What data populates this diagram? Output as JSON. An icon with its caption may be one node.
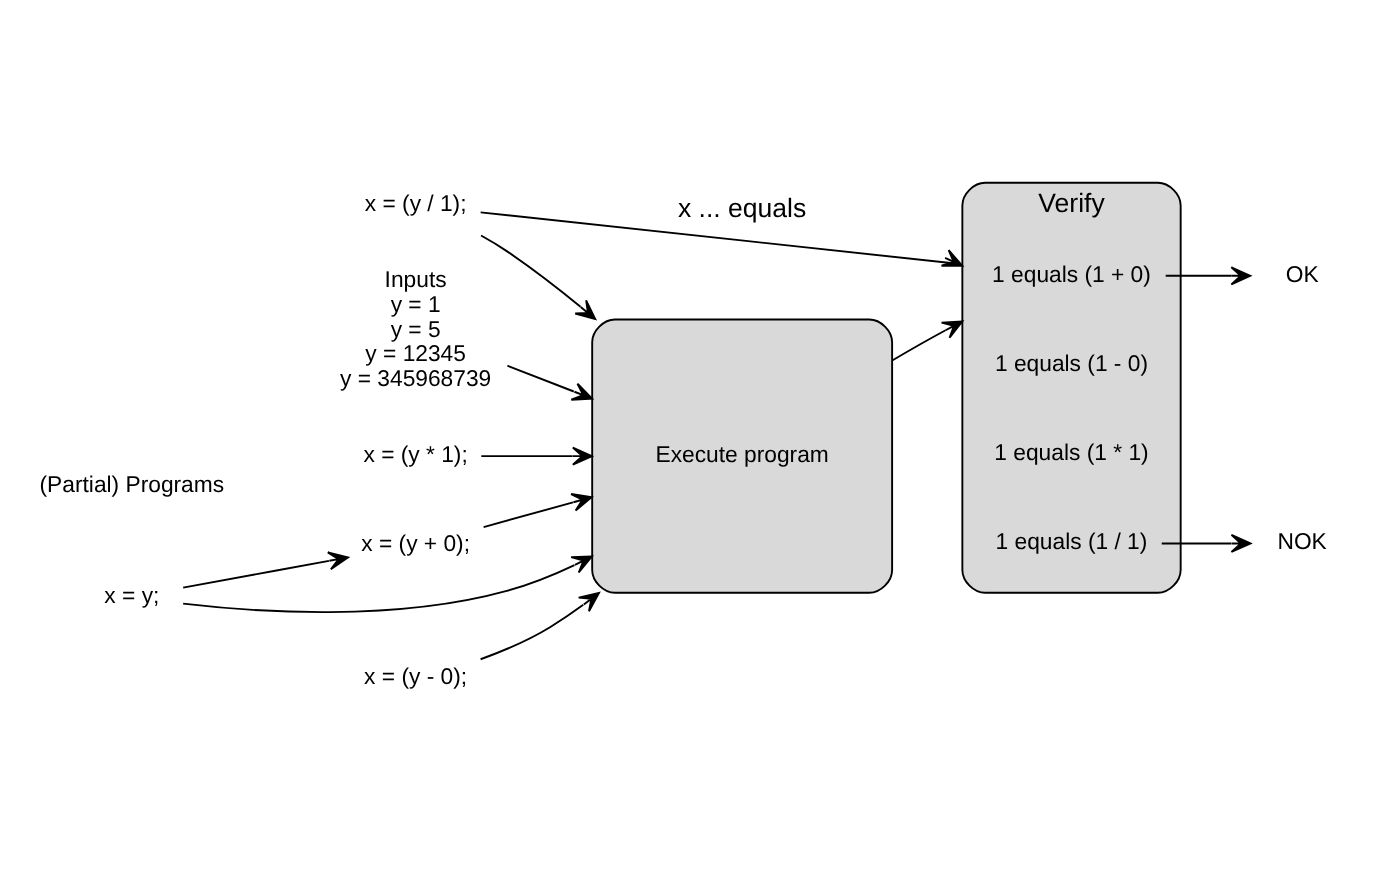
{
  "diagram": {
    "nodes": [
      {
        "text": [
          "Inputs",
          "y = 1",
          "y = 5",
          "y = 12345",
          "y = 345968739"
        ]
      },
      {
        "text": [
          "x = y;"
        ]
      },
      {
        "text": [
          "x = (y + 0);"
        ]
      },
      {
        "text": [
          "x = (y - 0);"
        ]
      },
      {
        "text": [
          "x = (y * 1);"
        ]
      },
      {
        "text": [
          "x = (y / 1);"
        ]
      },
      {
        "text": [
          "Execute program"
        ]
      },
      {
        "text": [
          "Verify"
        ]
      },
      {
        "text": [
          "1 equals (1 + 0)"
        ],
        "in": 7
      },
      {
        "text": [
          "1 equals (1 - 0)"
        ],
        "in": 7
      },
      {
        "text": [
          "1 equals (1 * 1)"
        ],
        "in": 7
      },
      {
        "text": [
          "1 equals (1 / 1)"
        ],
        "in": 7
      },
      {
        "text": [
          "OK"
        ]
      },
      {
        "text": [
          "NOK"
        ]
      }
    ],
    "edges": [
      {
        "from": 0,
        "to": 6,
        "arrow": "to"
      },
      {
        "from": 1,
        "to": 2,
        "arrow": "to"
      },
      {
        "from": 1,
        "to": 6,
        "arrow": "to"
      },
      {
        "from": 2,
        "to": 6,
        "arrow": "to"
      },
      {
        "from": 3,
        "to": 6,
        "arrow": "to"
      },
      {
        "from": 4,
        "to": 6,
        "arrow": "to"
      },
      {
        "from": 5,
        "to": 6,
        "arrow": "to"
      },
      {
        "from": 6,
        "to": 7,
        "arrow": "to"
      },
      {
        "from": 8,
        "to": 12,
        "arrow": "to"
      },
      {
        "from": 11,
        "to": 13,
        "arrow": "to"
      },
      {
        "from": 5,
        "to": 7,
        "label": "x ... equals",
        "arrow": "to"
      }
    ],
    "labels": [
      "(Partial) Programs"
    ]
  }
}
